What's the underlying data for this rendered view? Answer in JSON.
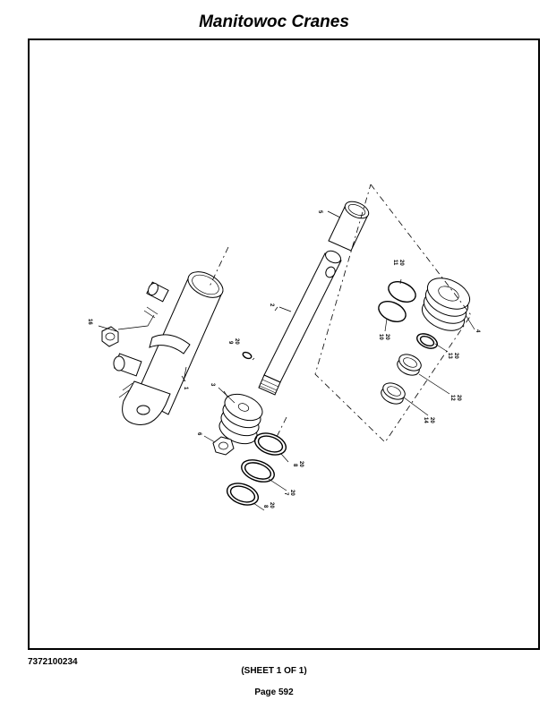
{
  "header": {
    "title": "Manitowoc Cranes"
  },
  "drawing": {
    "callouts": {
      "c1": "1",
      "c2": "2",
      "c3": "3",
      "c4": "4",
      "c5": "5",
      "c6": "6",
      "c7a": "7",
      "c7b": "20",
      "c8a": "8",
      "c8b": "20",
      "c8c": "8",
      "c8d": "20",
      "c9a": "9",
      "c9b": "20",
      "c10a": "10",
      "c10b": "20",
      "c11a": "11",
      "c11b": "20",
      "c12a": "12",
      "c12b": "20",
      "c13a": "13",
      "c13b": "20",
      "c14a": "14",
      "c14b": "20",
      "c16": "16"
    }
  },
  "footer": {
    "drawing_number": "7372100234",
    "sheet": "(SHEET 1 OF 1)",
    "page": "Page 592"
  }
}
